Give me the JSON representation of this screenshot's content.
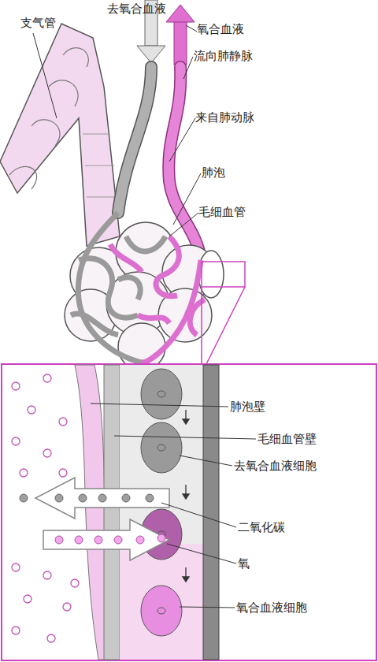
{
  "diagram": {
    "labels": [
      "支气管",
      "去氧合血液",
      "氧合血液",
      "流向肺静脉",
      "来自肺动脉",
      "肺泡",
      "毛细血管",
      "肺泡壁",
      "毛细血管壁",
      "去氧合血液细胞",
      "二氧化碳",
      "氧",
      "氧合血液细胞"
    ]
  }
}
